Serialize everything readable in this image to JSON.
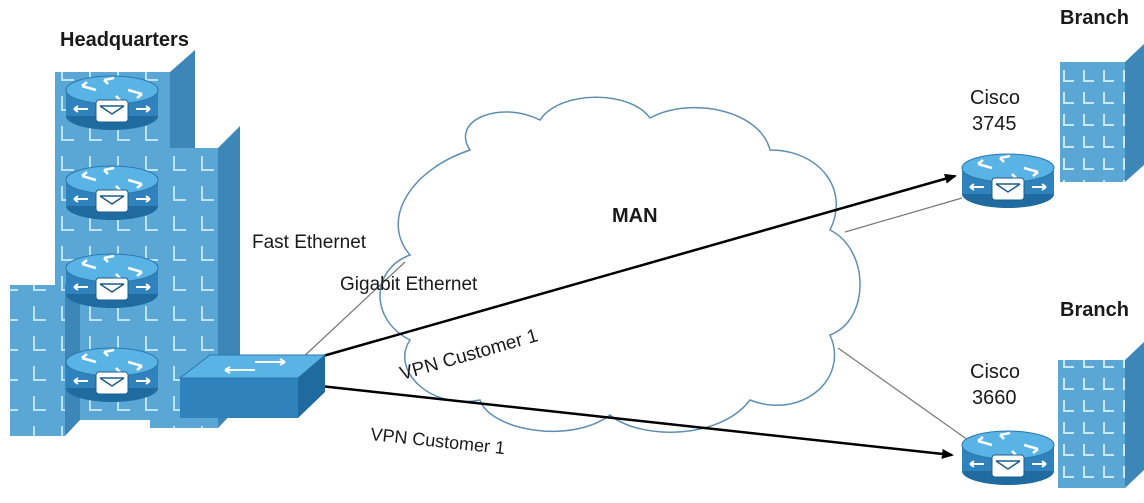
{
  "labels": {
    "headquarters": "Headquarters",
    "branch_top": "Branch",
    "branch_bottom": "Branch",
    "man": "MAN",
    "fast_ethernet": "Fast Ethernet",
    "gigabit_ethernet": "Gigabit Ethernet",
    "vpn_upper": "VPN Customer 1",
    "vpn_lower": "VPN Customer 1",
    "cisco_top_model": "Cisco",
    "cisco_top_number": "3745",
    "cisco_bottom_model": "Cisco",
    "cisco_bottom_number": "3660"
  },
  "colors": {
    "building": "#5aa7d6",
    "building_dark": "#3d86b8",
    "router_top": "#4aa3d8",
    "router_body": "#2f82bc",
    "switch": "#3a8cc6",
    "line": "#000000",
    "thin_line": "#777777"
  },
  "icons": [
    "building-icon",
    "router-icon",
    "switch-icon",
    "cloud-icon",
    "phone-icon"
  ]
}
